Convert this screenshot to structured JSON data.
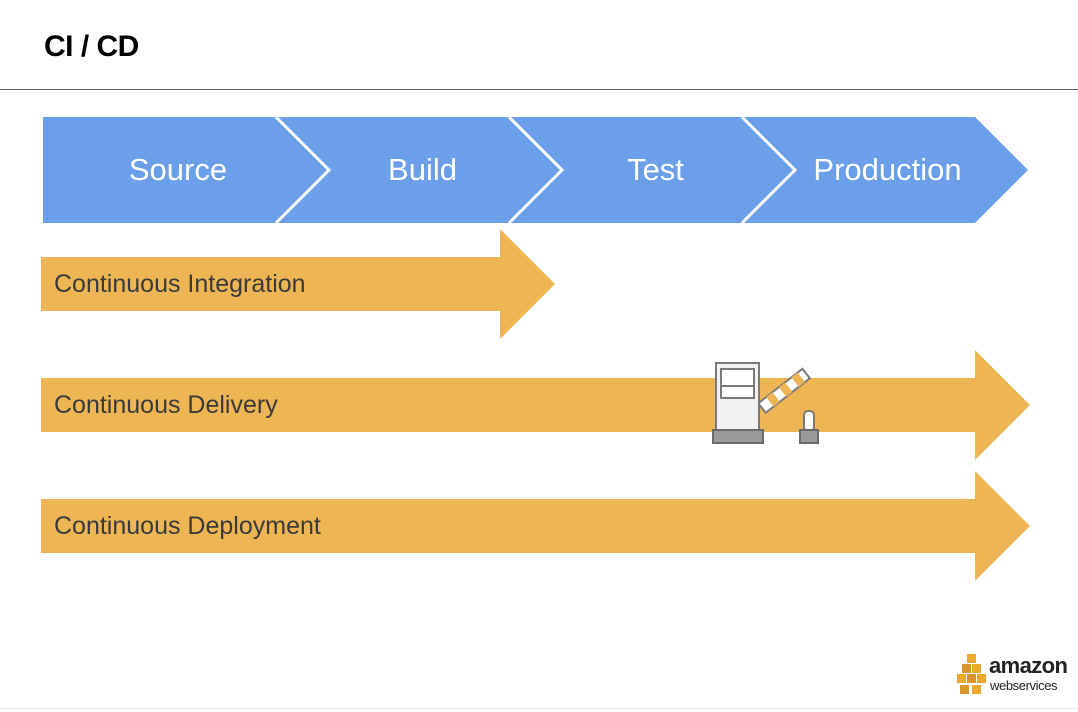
{
  "title": "CI / CD",
  "stages": [
    "Source",
    "Build",
    "Test",
    "Production"
  ],
  "practices": {
    "ci": "Continuous Integration",
    "delivery": "Continuous Delivery",
    "deployment": "Continuous Deployment"
  },
  "icons": {
    "manual_gate": "gate-barrier-icon",
    "logo": "amazon-web-services-logo"
  },
  "logo": {
    "word1": "amazon",
    "word2": "webservices"
  },
  "colors": {
    "stage_fill": "#6b9fea",
    "practice_fill": "#edb553",
    "practice_text": "#3a3a3a",
    "title_text": "#000000"
  }
}
